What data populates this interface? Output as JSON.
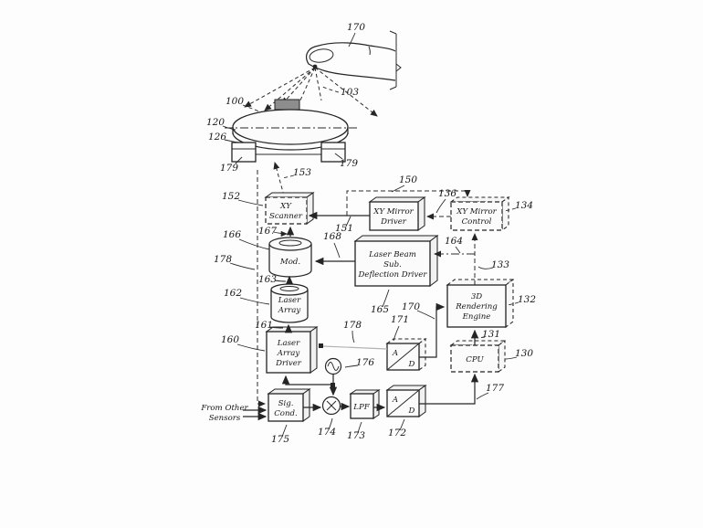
{
  "figure": {
    "boxes": {
      "xy_scanner": {
        "lines": [
          "XY",
          "Scanner"
        ]
      },
      "xy_mirror_driver": {
        "lines": [
          "XY Mirror",
          "Driver"
        ]
      },
      "xy_mirror_control": {
        "lines": [
          "XY Mirror",
          "Control"
        ]
      },
      "mod": {
        "lines": [
          "Mod."
        ]
      },
      "laser_beam_driver": {
        "lines": [
          "Laser Beam",
          "Sub.",
          "Deflection Driver"
        ]
      },
      "rendering_engine": {
        "lines": [
          "3D",
          "Rendering",
          "Engine"
        ]
      },
      "laser_array": {
        "lines": [
          "Laser",
          "Array"
        ]
      },
      "laser_array_driver": {
        "lines": [
          "Laser",
          "Array",
          "Driver"
        ]
      },
      "cpu": {
        "lines": [
          "CPU"
        ]
      },
      "sig_cond": {
        "lines": [
          "Sig.",
          "Cond."
        ]
      },
      "lpf": {
        "lines": [
          "LPF"
        ]
      },
      "adc": {
        "a": "A",
        "d": "D"
      }
    },
    "annotations": {
      "from_other_sensors": [
        "From Other",
        "Sensors"
      ]
    },
    "refs": {
      "finger": "170",
      "beams": "103",
      "device": "100",
      "layer_top": "120",
      "layer_bottom": "126",
      "foot_left": "179",
      "foot_right": "179",
      "beam_to_panel": "153",
      "xy_scanner": "152",
      "scanner_feedback": "150",
      "driver_to_scanner": "151",
      "control_to_driver": "136",
      "xy_mirror_control": "134",
      "mod": "166",
      "mod_to_scanner": "167",
      "defl_to_mod": "168",
      "defl_branch": "164",
      "engine_to_control": "133",
      "rendering_engine": "132",
      "cpu_to_engine": "131",
      "cpu": "130",
      "adc_touch": "171",
      "adc_out": "170",
      "defl_driver": "165",
      "laser_to_mod": "163",
      "laser_array": "162",
      "driver_to_laser": "161",
      "laser_array_driver": "160",
      "sensor_path": "178",
      "driver_to_adc": "178",
      "oscillator": "176",
      "adc_to_cpu": "177",
      "sig_cond": "175",
      "mixer": "174",
      "lpf": "173",
      "adc_signal": "172"
    },
    "colors": {
      "ink": "#252525",
      "paper": "#fdfdfd"
    }
  }
}
